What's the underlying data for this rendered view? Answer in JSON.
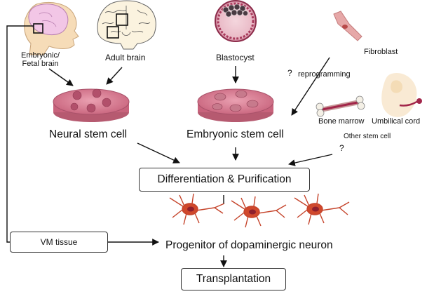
{
  "sources": {
    "embryonic_fetal_brain": [
      "Embryonic/",
      "Fetal brain"
    ],
    "adult_brain": "Adult brain",
    "blastocyst": "Blastocyst",
    "fibroblast": "Fibroblast",
    "bone_marrow": "Bone marrow",
    "umbilical_cord": "Umbilical cord",
    "other_stem_cell": "Other stem cell"
  },
  "annotations": {
    "question": "?",
    "reprogramming": "reprogramming"
  },
  "cells": {
    "neural_stem_cell": "Neural stem cell",
    "embryonic_stem_cell": "Embryonic stem cell"
  },
  "steps": {
    "differentiation": "Differentiation & Purification",
    "progenitor": "Progenitor of dopaminergic neuron",
    "transplantation": "Transplantation",
    "vm_tissue": "VM tissue"
  },
  "colors": {
    "fetal_brain_pink": "#f2c6e6",
    "head_skin": "#f6dcb8",
    "dish_medium": "#d9758a",
    "cell_colony": "#b2506b",
    "neuron_body": "#d0482c",
    "neuron_nucleus": "#8e1f2c",
    "blastocyst_ring": "#a83a5c",
    "fibroblast": "#e6a8a8"
  }
}
